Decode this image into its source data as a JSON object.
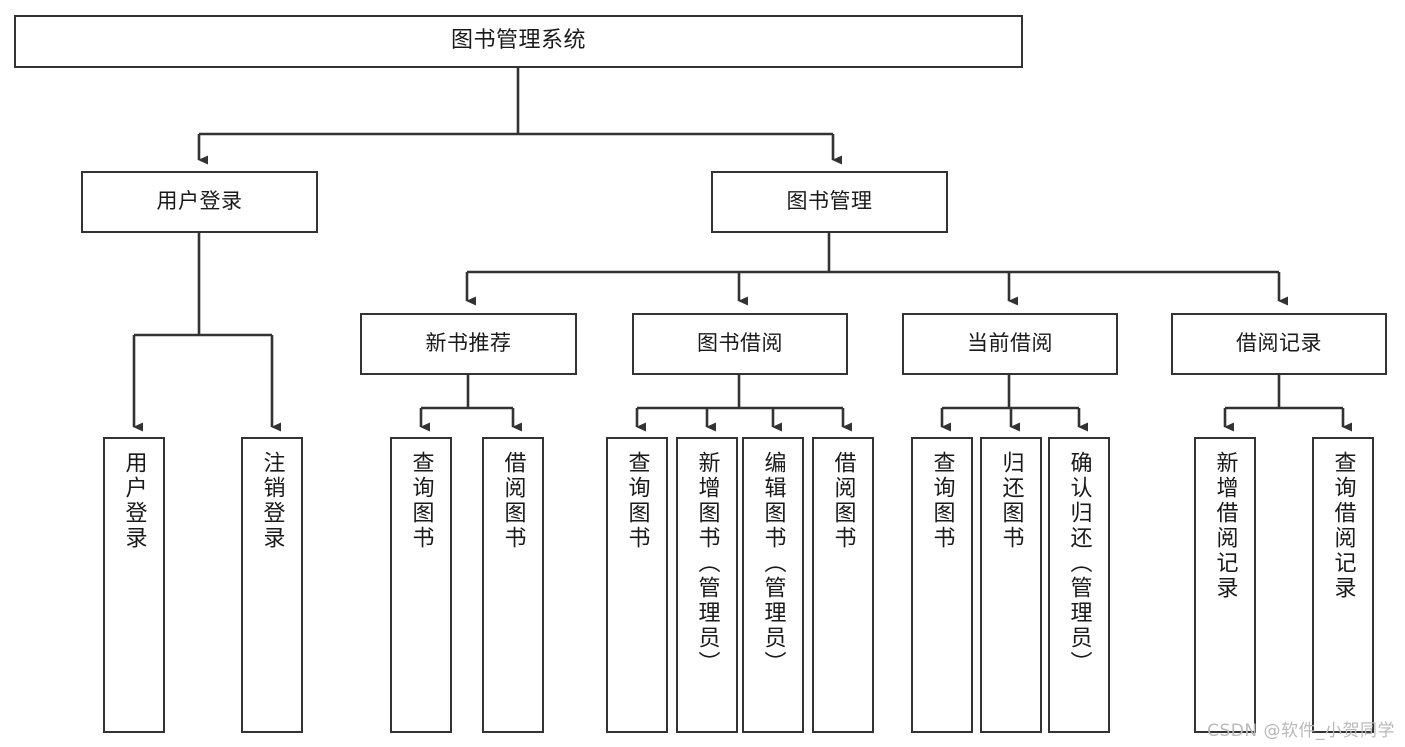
{
  "diagram": {
    "type": "tree-hierarchy",
    "orientation": "top-down",
    "title": "图书管理系统",
    "watermark": "CSDN @软件_小贺同学",
    "colors": {
      "box_border": "#333333",
      "box_fill": "#ffffff",
      "connector": "#333333",
      "text": "#1a1a1a",
      "watermark": "#b9b9b9",
      "background": "#ffffff"
    },
    "levels": [
      {
        "level": 1,
        "nodes": [
          {
            "id": "root",
            "label": "图书管理系统",
            "text_direction": "horizontal"
          }
        ]
      },
      {
        "level": 2,
        "nodes": [
          {
            "id": "user-login",
            "label": "用户登录",
            "text_direction": "horizontal",
            "parent": "root"
          },
          {
            "id": "book-manage",
            "label": "图书管理",
            "text_direction": "horizontal",
            "parent": "root"
          }
        ]
      },
      {
        "level": 3,
        "nodes": [
          {
            "id": "new-book-rec",
            "label": "新书推荐",
            "text_direction": "horizontal",
            "parent": "book-manage"
          },
          {
            "id": "book-borrow",
            "label": "图书借阅",
            "text_direction": "horizontal",
            "parent": "book-manage"
          },
          {
            "id": "current-borrow",
            "label": "当前借阅",
            "text_direction": "horizontal",
            "parent": "book-manage"
          },
          {
            "id": "borrow-record",
            "label": "借阅记录",
            "text_direction": "horizontal",
            "parent": "book-manage"
          }
        ]
      },
      {
        "level": 4,
        "nodes": [
          {
            "id": "leaf-1",
            "label": "用户登录",
            "text_direction": "vertical",
            "parent": "user-login"
          },
          {
            "id": "leaf-2",
            "label": "注销登录",
            "text_direction": "vertical",
            "parent": "user-login"
          },
          {
            "id": "leaf-3",
            "label": "查询图书",
            "text_direction": "vertical",
            "parent": "new-book-rec"
          },
          {
            "id": "leaf-4",
            "label": "借阅图书",
            "text_direction": "vertical",
            "parent": "new-book-rec"
          },
          {
            "id": "leaf-5",
            "label": "查询图书",
            "text_direction": "vertical",
            "parent": "book-borrow"
          },
          {
            "id": "leaf-6",
            "label": "新增图书（管理员）",
            "text_direction": "vertical",
            "parent": "book-borrow"
          },
          {
            "id": "leaf-7",
            "label": "编辑图书（管理员）",
            "text_direction": "vertical",
            "parent": "book-borrow"
          },
          {
            "id": "leaf-8",
            "label": "借阅图书",
            "text_direction": "vertical",
            "parent": "book-borrow"
          },
          {
            "id": "leaf-9",
            "label": "查询图书",
            "text_direction": "vertical",
            "parent": "current-borrow"
          },
          {
            "id": "leaf-10",
            "label": "归还图书",
            "text_direction": "vertical",
            "parent": "current-borrow"
          },
          {
            "id": "leaf-11",
            "label": "确认归还（管理员）",
            "text_direction": "vertical",
            "parent": "current-borrow"
          },
          {
            "id": "leaf-12",
            "label": "新增借阅记录",
            "text_direction": "vertical",
            "parent": "borrow-record"
          },
          {
            "id": "leaf-13",
            "label": "查询借阅记录",
            "text_direction": "vertical",
            "parent": "borrow-record"
          }
        ]
      }
    ]
  }
}
